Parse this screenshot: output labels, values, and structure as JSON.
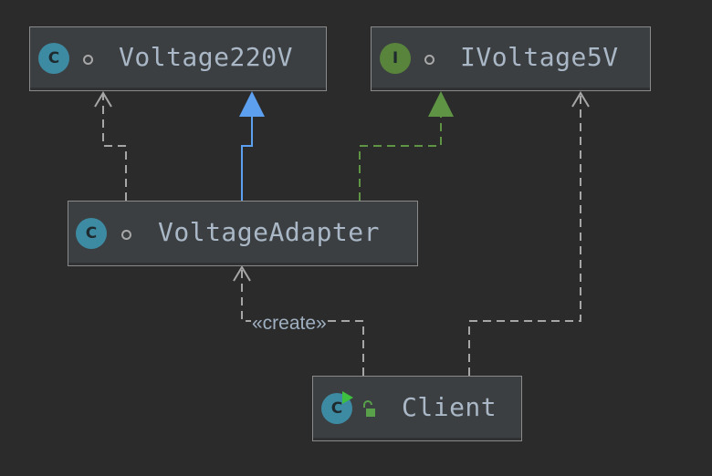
{
  "nodes": {
    "voltage220v": {
      "name": "Voltage220V",
      "kind": "class",
      "badge": "C"
    },
    "ivoltage5v": {
      "name": "IVoltage5V",
      "kind": "interface",
      "badge": "I"
    },
    "voltage_adapter": {
      "name": "VoltageAdapter",
      "kind": "class",
      "badge": "C"
    },
    "client": {
      "name": "Client",
      "kind": "class",
      "badge": "C"
    }
  },
  "edges": {
    "create_label": "«create»"
  },
  "colors": {
    "background": "#2b2b2b",
    "node_fill": "#3c3f41",
    "class_badge": "#3d8ba3",
    "interface_badge": "#58843c",
    "extends_edge": "#5da0f0",
    "implements_edge": "#5e9443",
    "dependency_edge": "#a6a6a6"
  }
}
